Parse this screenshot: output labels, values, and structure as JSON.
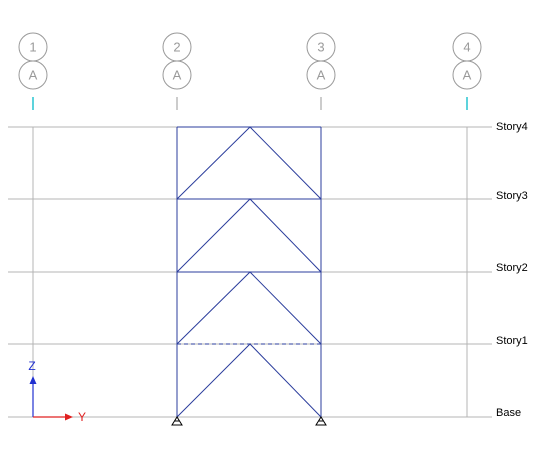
{
  "grid_lines": [
    {
      "bubble_top": "1",
      "bubble_bottom": "A"
    },
    {
      "bubble_top": "2",
      "bubble_bottom": "A"
    },
    {
      "bubble_top": "3",
      "bubble_bottom": "A"
    },
    {
      "bubble_top": "4",
      "bubble_bottom": "A"
    }
  ],
  "stories": [
    {
      "name": "Story4"
    },
    {
      "name": "Story3"
    },
    {
      "name": "Story2"
    },
    {
      "name": "Story1"
    },
    {
      "name": "Base"
    }
  ],
  "axes": {
    "vertical_label": "Z",
    "horizontal_label": "Y"
  },
  "colors": {
    "frame": "#2b3d9c",
    "grid": "#b4b4b4",
    "bubble": "#9a9a9a",
    "grid_tick": "#27c4d0",
    "axis_z": "#2030d0",
    "axis_y": "#e02020",
    "support": "#000000"
  }
}
